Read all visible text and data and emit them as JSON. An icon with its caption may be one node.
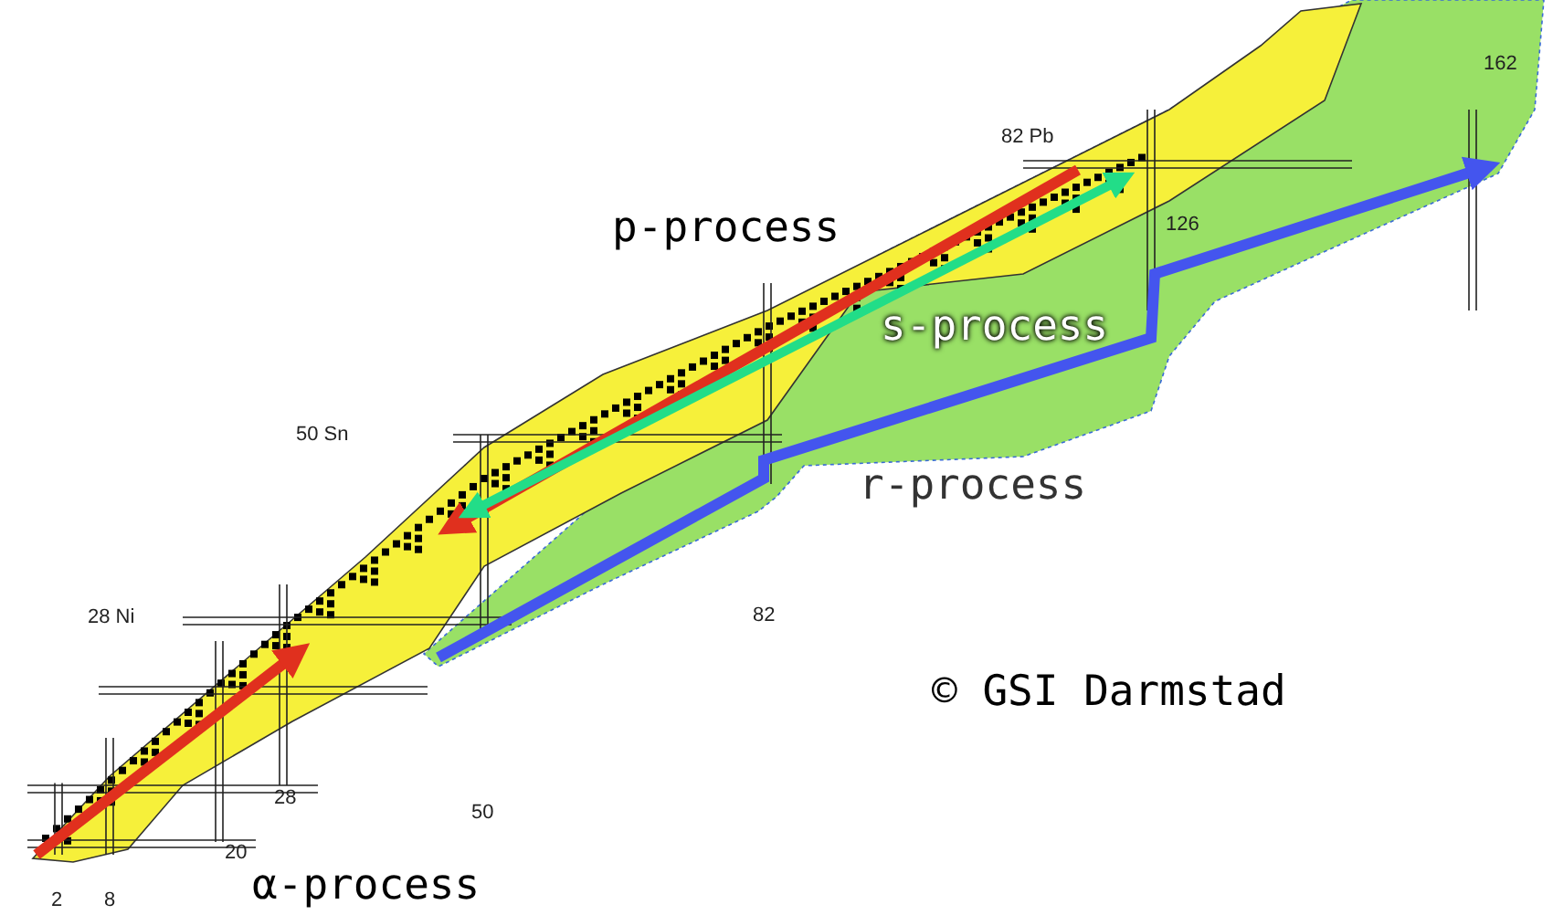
{
  "diagram": {
    "labels": [
      "162",
      "82 Pb",
      "p-process",
      "126",
      "s-process",
      "50 Sn",
      "r-process",
      "28 Ni",
      "82",
      "© GSI Darmstad",
      "50",
      "28",
      "20",
      "2",
      "8",
      "α-process"
    ]
  }
}
